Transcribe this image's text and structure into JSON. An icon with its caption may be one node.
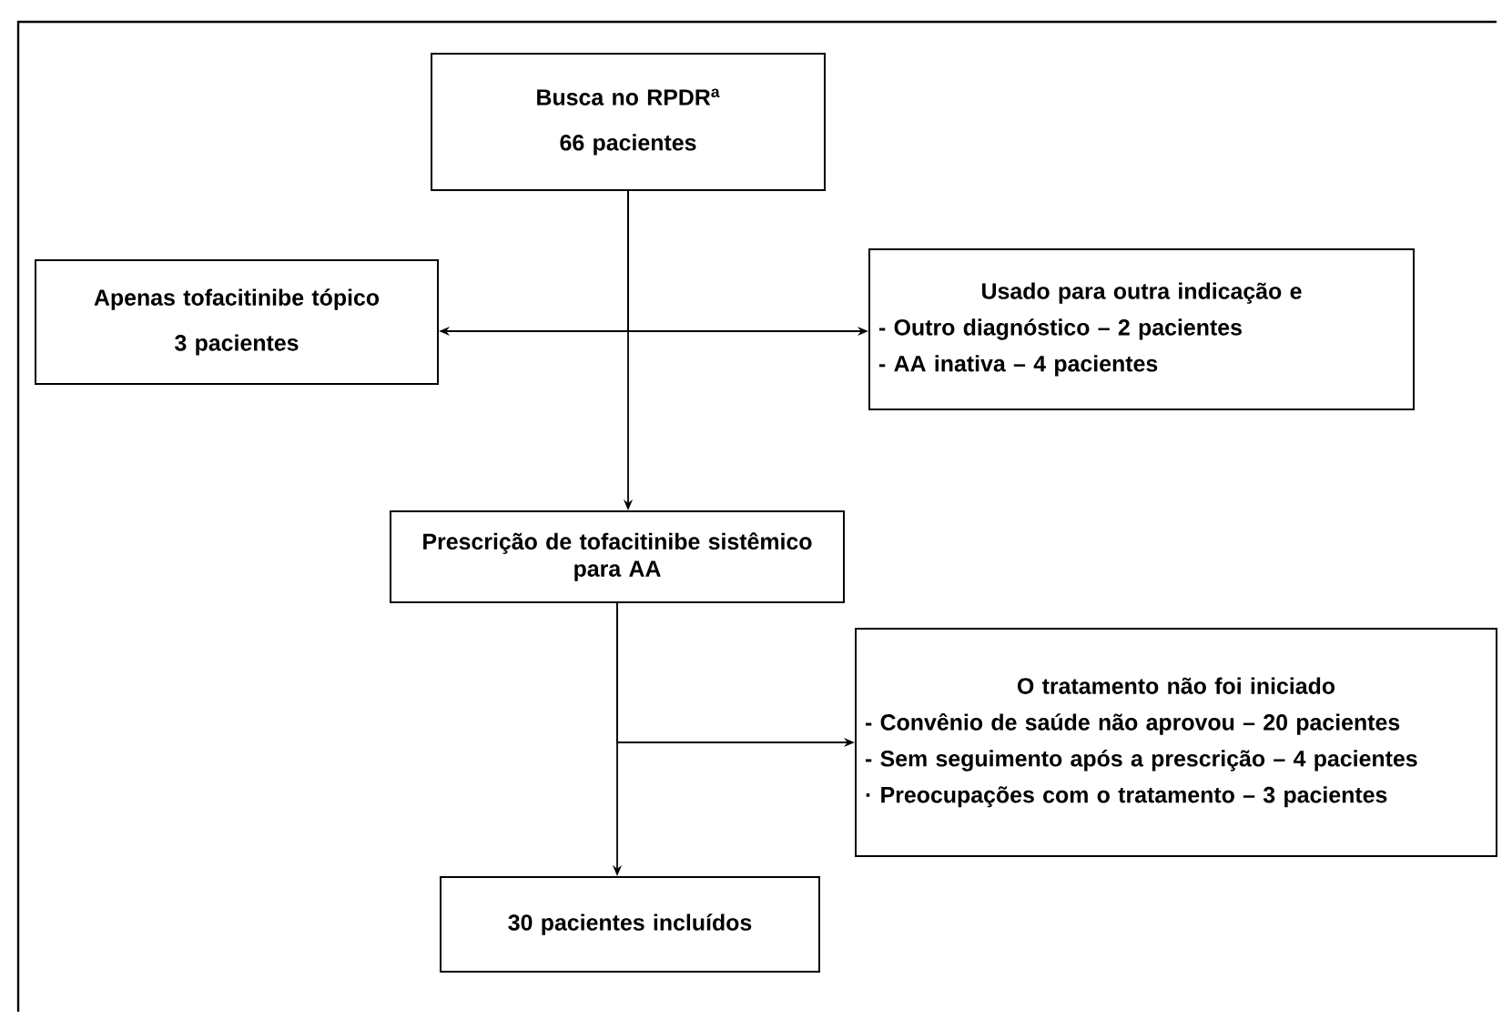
{
  "diagram": {
    "nodes": [
      {
        "text": [
          "Busca no RPDR$^{a}$",
          "66 pacientes"
        ]
      },
      {
        "text": [
          "Apenas tofacitinibe tópico",
          "3 pacientes"
        ]
      },
      {
        "text": [
          "Usado para outra indicação e",
          "- Outro diagnóstico – 2 pacientes",
          "- AA inativa – 4 pacientes"
        ]
      },
      {
        "text": [
          "Prescrição de tofacitinibe sistêmico para AA"
        ]
      },
      {
        "text": [
          "O tratamento não foi iniciado",
          "- Convênio de saúde não aprovou – 20 pacientes",
          "- Sem seguimento após a prescrição – 4 pacientes",
          "· Preocupações com o tratamento – 3 pacientes"
        ]
      },
      {
        "text": [
          "30 pacientes incluídos"
        ]
      }
    ],
    "edges": [
      {
        "from": 0,
        "to": 1,
        "arrow": "to"
      },
      {
        "from": 0,
        "to": 2,
        "arrow": "to"
      },
      {
        "from": 0,
        "to": 3,
        "arrow": "to"
      },
      {
        "from": 3,
        "to": 4,
        "arrow": "to"
      },
      {
        "from": 3,
        "to": 5,
        "arrow": "to"
      }
    ]
  }
}
